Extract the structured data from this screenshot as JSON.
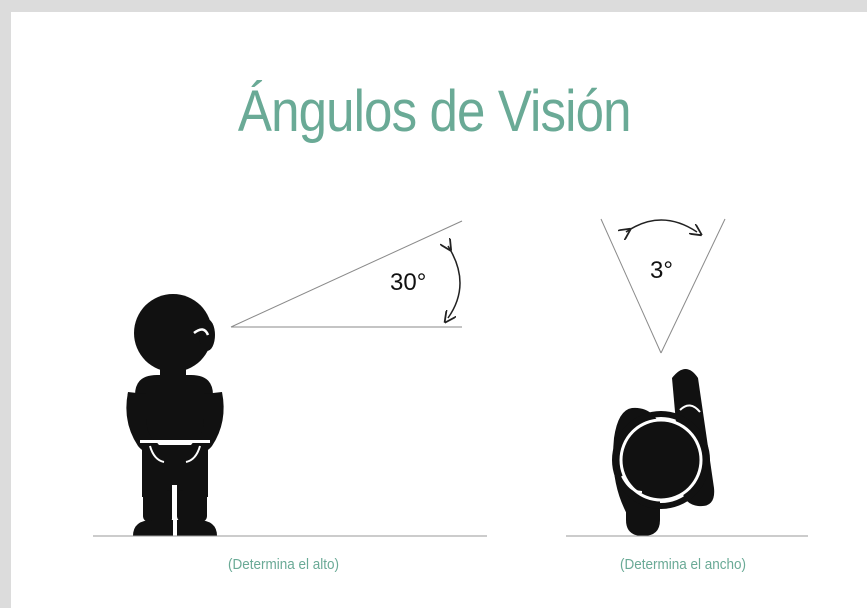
{
  "title": "Ángulos de Visión",
  "left_panel": {
    "angle_label": "30°",
    "caption": "(Determina el alto)"
  },
  "right_panel": {
    "angle_label": "3°",
    "caption": "(Determina el ancho)"
  },
  "colors": {
    "accent": "#6aaa96",
    "figure": "#111111",
    "frame": "#dcdcdc",
    "line": "#8a8a8a"
  }
}
